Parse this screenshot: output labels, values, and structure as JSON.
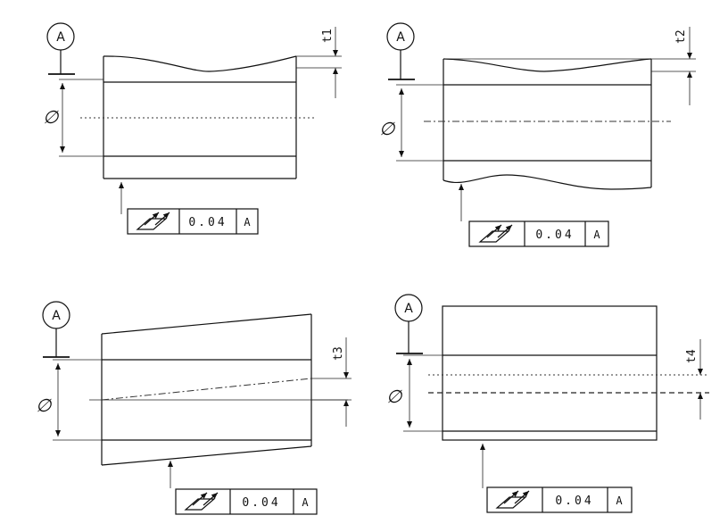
{
  "datum_letter": "A",
  "diameter_symbol": "∅",
  "fcf": {
    "tolerance": "0.04",
    "datum": "A",
    "symbol": "total-runout-icon"
  },
  "panels": [
    {
      "id": "top-left",
      "dimension_label": "t1"
    },
    {
      "id": "top-right",
      "dimension_label": "t2"
    },
    {
      "id": "bottom-left",
      "dimension_label": "t3"
    },
    {
      "id": "bottom-right",
      "dimension_label": "t4"
    }
  ]
}
